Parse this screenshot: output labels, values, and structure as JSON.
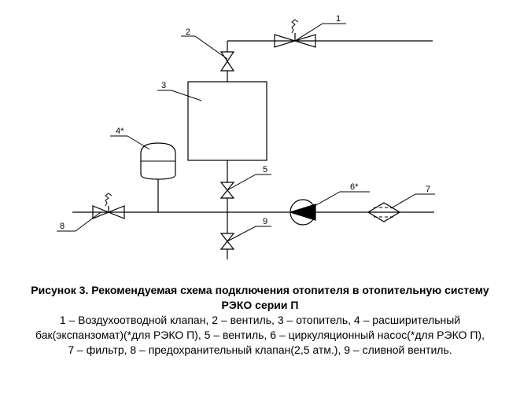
{
  "labels": {
    "l1": "1",
    "l2": "2",
    "l3": "3",
    "l4": "4*",
    "l5": "5",
    "l6": "6*",
    "l7": "7",
    "l8": "8",
    "l9": "9"
  },
  "caption": {
    "title_line1": "Рисунок 3. Рекомендуемая схема подключения отопителя в отопительную систему",
    "title_line2": "РЭКО серии П",
    "legend_line1": "1 – Воздухоотводной клапан, 2 – вентиль, 3 – отопитель, 4 – расширительный",
    "legend_line2": "бак(экспанзомат)(*для РЭКО П), 5 – вентиль, 6 – циркуляционный насос(*для РЭКО П),",
    "legend_line3": "7 – фильтр, 8 – предохранительный клапан(2,5 атм.), 9 – сливной вентиль."
  }
}
